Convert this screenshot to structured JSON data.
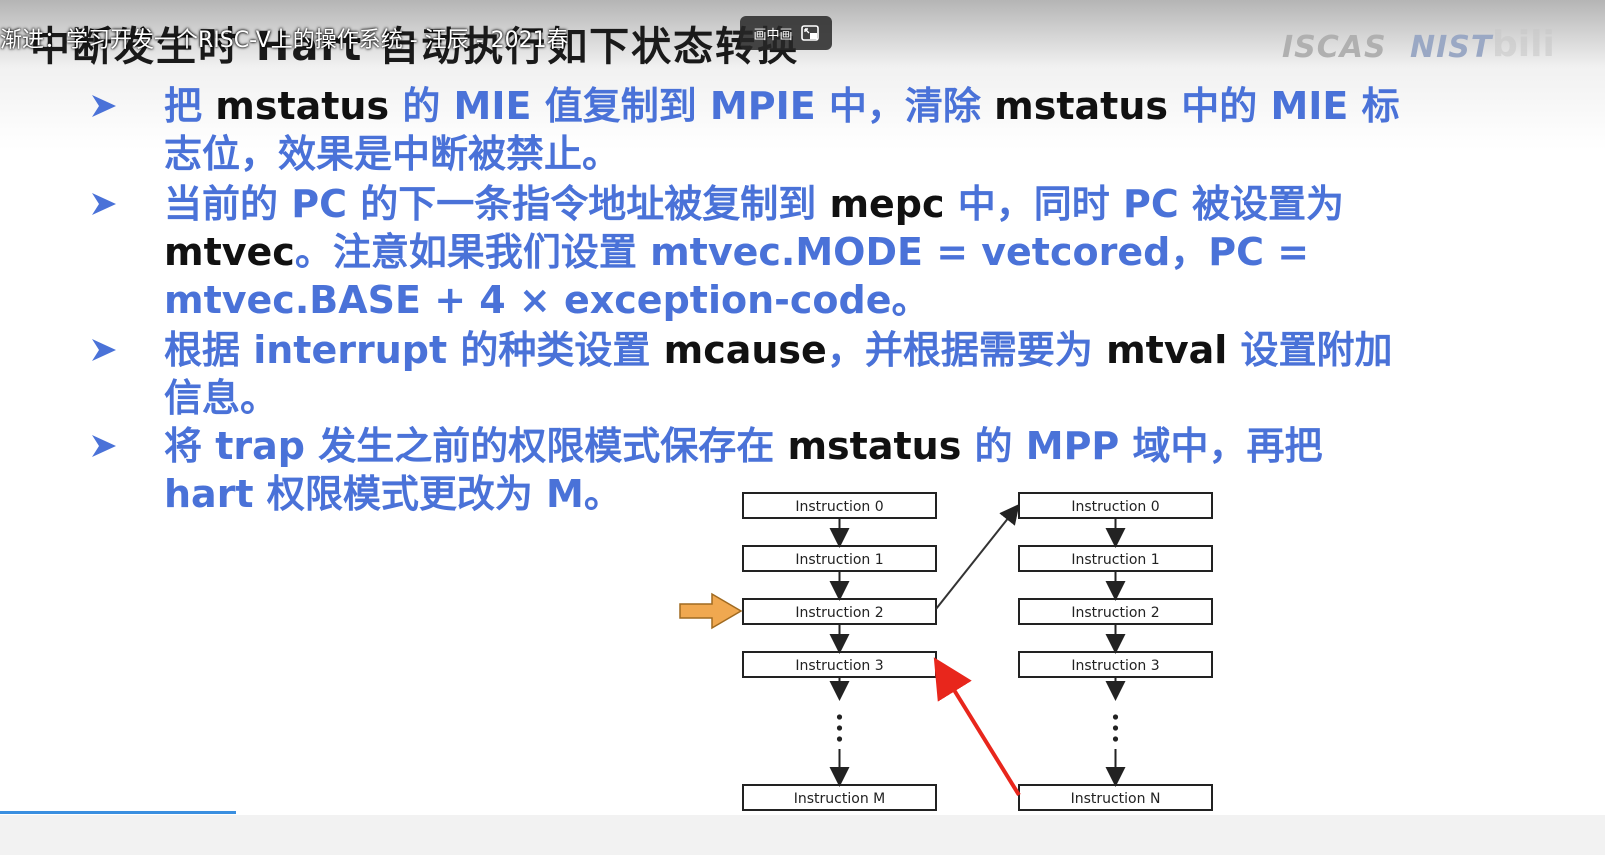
{
  "video": {
    "title": "渐进：学习开发一个RISC-V上的操作系统 - 汪辰 - 2021春",
    "pip_label": "画中画",
    "progress": 0.147
  },
  "slide": {
    "heading": "中断发生时 Hart 自动执行如下状态转换",
    "logos": {
      "iscas": "ISCAS",
      "nist": "NIST",
      "bilibili": "bili"
    },
    "bullets": [
      {
        "lines": [
          [
            {
              "t": "把 ",
              "k": false
            },
            {
              "t": "mstatus",
              "k": true
            },
            {
              "t": " 的 MIE 值复制到 MPIE 中，清除 ",
              "k": false
            },
            {
              "t": "mstatus",
              "k": true
            },
            {
              "t": " 中的 MIE 标",
              "k": false
            }
          ],
          [
            {
              "t": "志位，效果是中断被禁止。",
              "k": false
            }
          ]
        ]
      },
      {
        "lines": [
          [
            {
              "t": "当前的 PC 的下一条指令地址被复制到 ",
              "k": false
            },
            {
              "t": "mepc",
              "k": true
            },
            {
              "t": " 中，同时 PC 被设置为",
              "k": false
            }
          ],
          [
            {
              "t": "mtvec",
              "k": true
            },
            {
              "t": "。注意如果我们设置 mtvec.MODE = vetcored，PC =",
              "k": false
            }
          ],
          [
            {
              "t": "mtvec.BASE + 4 × exception-code。",
              "k": false
            }
          ]
        ]
      },
      {
        "lines": [
          [
            {
              "t": "根据 interrupt 的种类设置 ",
              "k": false
            },
            {
              "t": "mcause",
              "k": true
            },
            {
              "t": "，并根据需要为 ",
              "k": false
            },
            {
              "t": "mtval",
              "k": true
            },
            {
              "t": " 设置附加",
              "k": false
            }
          ],
          [
            {
              "t": "信息。",
              "k": false
            }
          ]
        ]
      },
      {
        "lines": [
          [
            {
              "t": "将 trap 发生之前的权限模式保存在 ",
              "k": false
            },
            {
              "t": "mstatus",
              "k": true
            },
            {
              "t": " 的 MPP 域中，再把",
              "k": false
            }
          ],
          [
            {
              "t": "hart 权限模式更改为 M。",
              "k": false
            }
          ]
        ]
      }
    ],
    "diagram": {
      "left_boxes": [
        "Instruction 0",
        "Instruction 1",
        "Instruction 2",
        "Instruction 3",
        "Instruction M"
      ],
      "right_boxes": [
        "Instruction 0",
        "Instruction 1",
        "Instruction 2",
        "Instruction 3",
        "Instruction N"
      ],
      "colors": {
        "pc_arrow": "#f0a850",
        "return_arrow": "#e8261c",
        "box_border": "#222222"
      }
    }
  }
}
